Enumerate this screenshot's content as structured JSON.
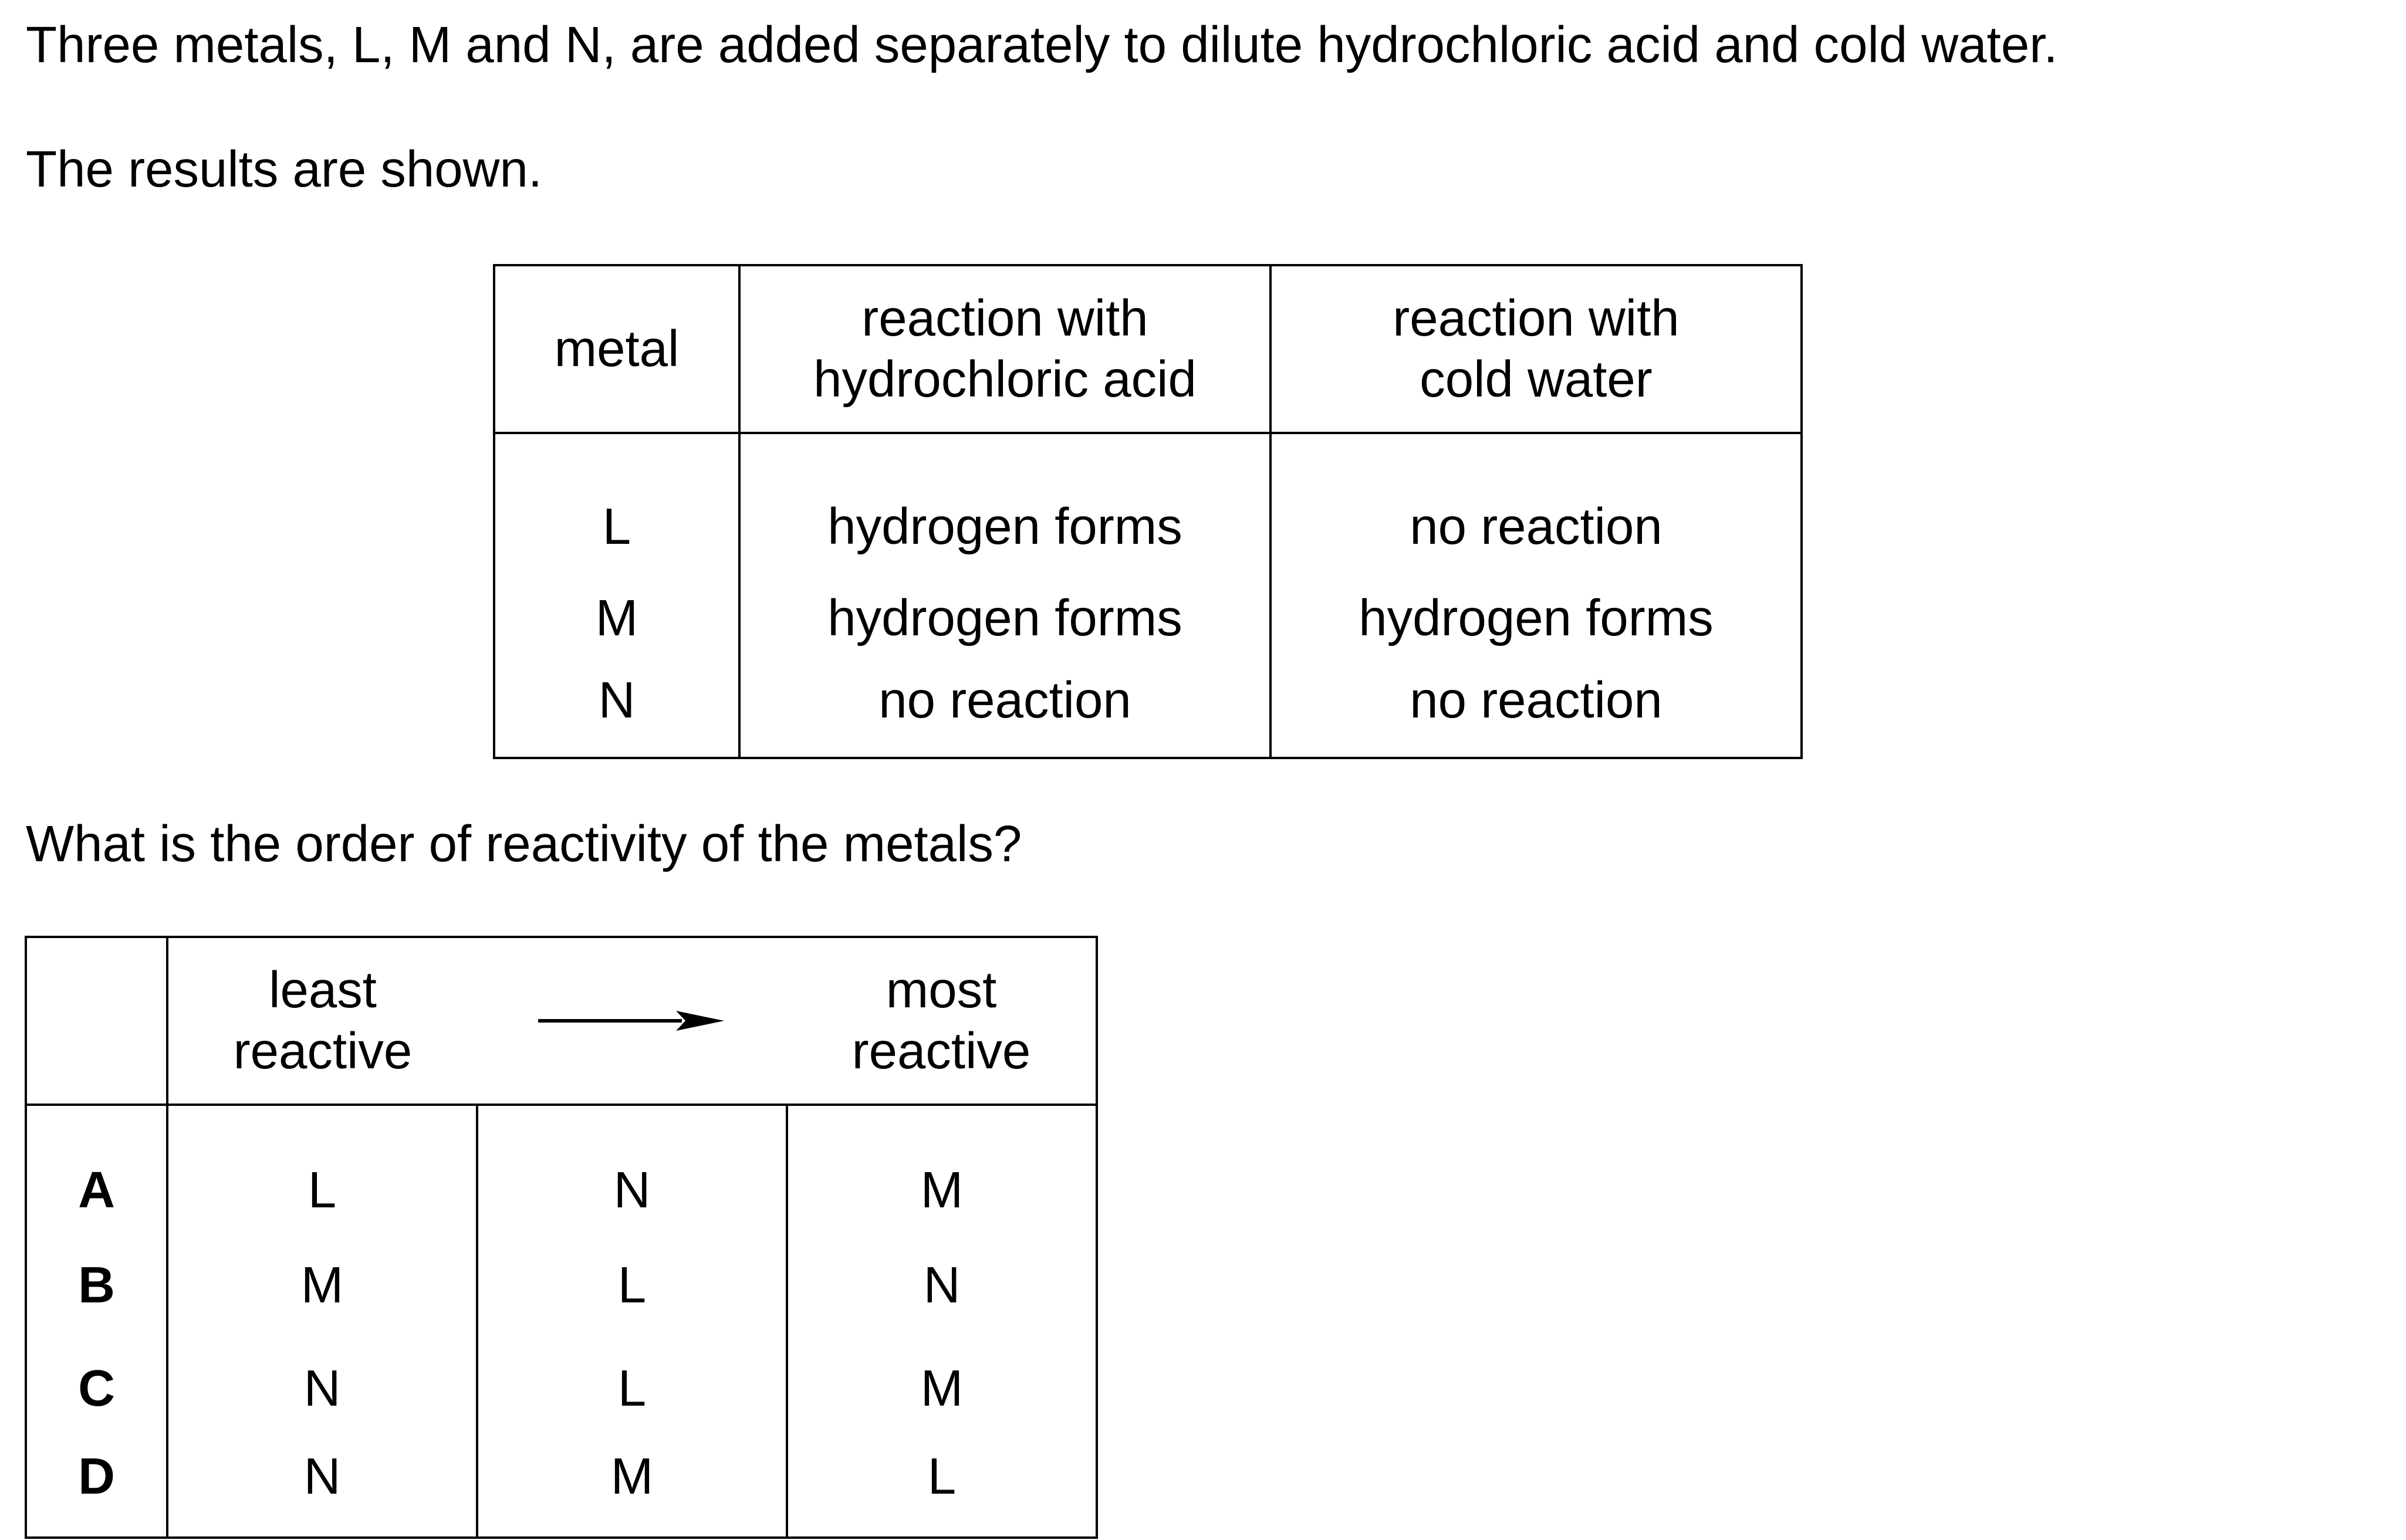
{
  "question": {
    "intro": "Three metals, L, M and N, are added separately to dilute hydrochloric acid and cold water.",
    "results_shown": "The results are shown.",
    "prompt": "What is the order of reactivity of the metals?"
  },
  "results_table": {
    "headers": {
      "metal": "metal",
      "acid_line1": "reaction with",
      "acid_line2": "hydrochloric acid",
      "water_line1": "reaction with",
      "water_line2": "cold water"
    },
    "rows": [
      {
        "metal": "L",
        "acid": "hydrogen forms",
        "water": "no reaction"
      },
      {
        "metal": "M",
        "acid": "hydrogen forms",
        "water": "hydrogen forms"
      },
      {
        "metal": "N",
        "acid": "no reaction",
        "water": "no reaction"
      }
    ]
  },
  "options_table": {
    "headers": {
      "least_line1": "least",
      "least_line2": "reactive",
      "most_line1": "most",
      "most_line2": "reactive",
      "arrow_icon": "arrow-right-icon"
    },
    "options": [
      {
        "letter": "A",
        "order": [
          "L",
          "N",
          "M"
        ]
      },
      {
        "letter": "B",
        "order": [
          "M",
          "L",
          "N"
        ]
      },
      {
        "letter": "C",
        "order": [
          "N",
          "L",
          "M"
        ]
      },
      {
        "letter": "D",
        "order": [
          "N",
          "M",
          "L"
        ]
      }
    ]
  }
}
